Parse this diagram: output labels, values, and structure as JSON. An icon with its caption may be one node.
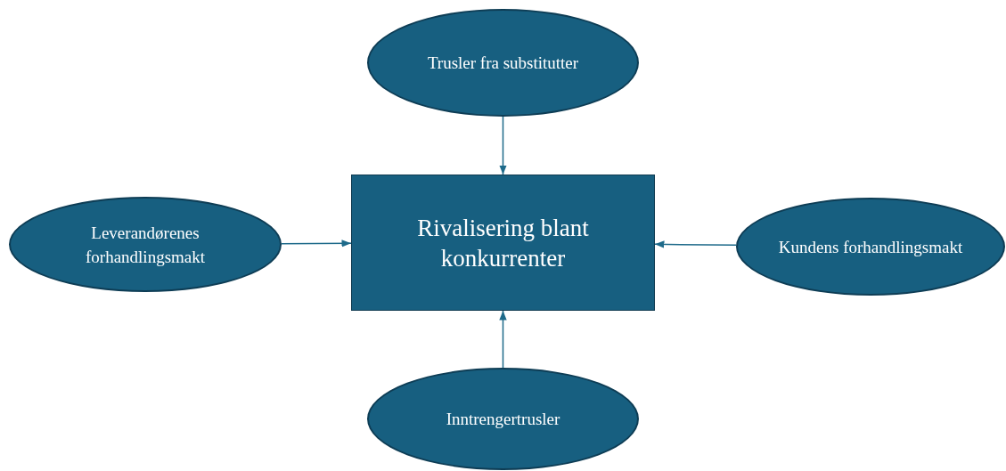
{
  "diagram": {
    "nodes": [
      {
        "text": [
          "Trusler fra substitutter"
        ]
      },
      {
        "text": [
          "Leverandørenes forhandlingsmakt"
        ]
      },
      {
        "text": [
          "Rivalisering blant konkurrenter"
        ]
      },
      {
        "text": [
          "Kundens forhandlingsmakt"
        ]
      },
      {
        "text": [
          "Inntrengertrusler"
        ]
      }
    ],
    "edges": [
      {
        "from": 0,
        "to": 2,
        "arrow": "to"
      },
      {
        "from": 1,
        "to": 2,
        "arrow": "to"
      },
      {
        "from": 3,
        "to": 2,
        "arrow": "to"
      },
      {
        "from": 4,
        "to": 2,
        "arrow": "to"
      }
    ]
  }
}
